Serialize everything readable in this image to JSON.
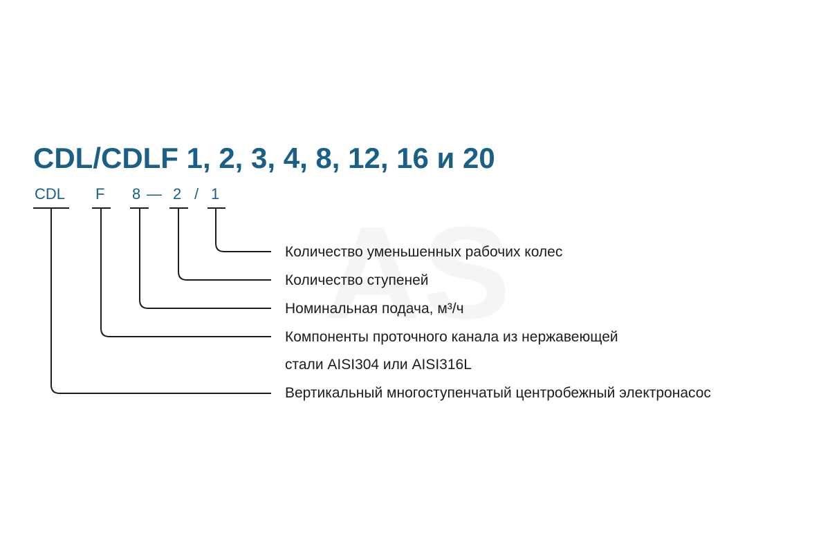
{
  "watermark": "AS",
  "title": "CDL/CDLF 1, 2, 3, 4, 8, 12, 16 и 20",
  "code_parts": {
    "series": "CDL",
    "material": "F",
    "flow": "8",
    "dash": "—",
    "stages": "2",
    "slash": "/",
    "reduced": "1"
  },
  "descriptions": {
    "reduced": "Количество уменьшенных рабочих колес",
    "stages": "Количество ступеней",
    "flow": "Номинальная подача, м³/ч",
    "material_line1": "Компоненты проточного канала из нержавеющей",
    "material_line2": "стали AISI304 или AISI316L",
    "series": "Вертикальный многоступенчатый центробежный электронасос"
  },
  "colors": {
    "accent": "#1a5f86",
    "text": "#1c1c1c",
    "line": "#1c1c1c"
  }
}
